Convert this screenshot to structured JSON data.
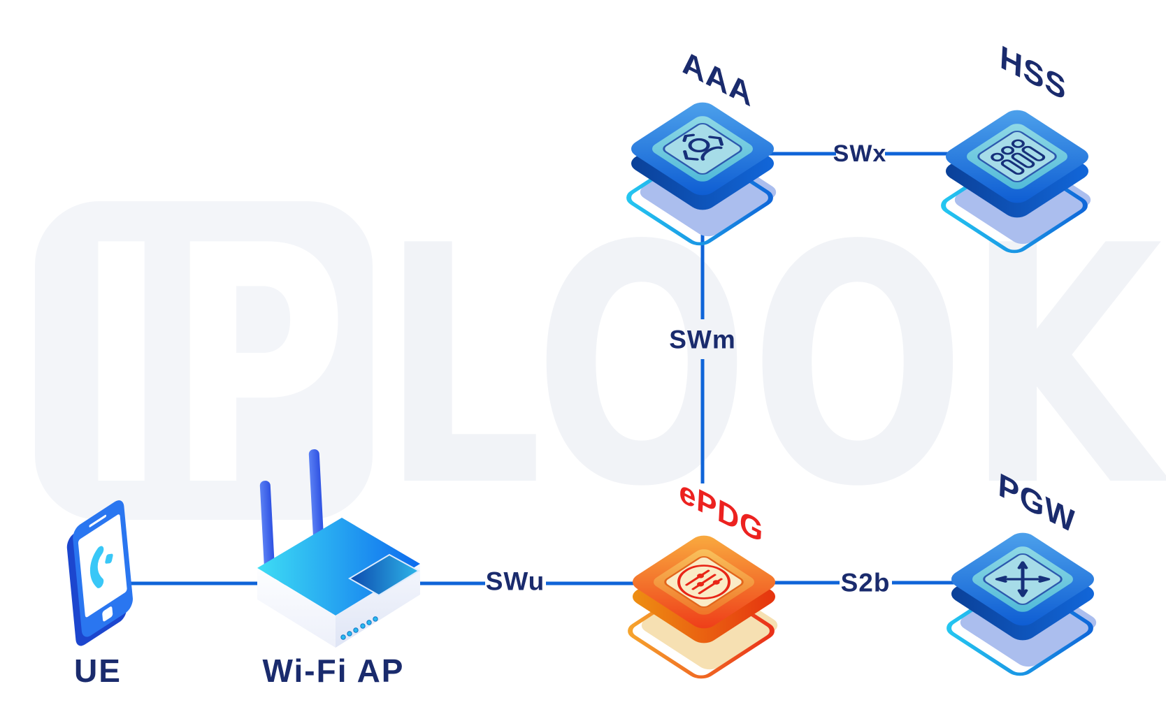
{
  "watermark": {
    "ip": "IP",
    "look": "LOOK"
  },
  "nodes": {
    "ue": {
      "label": "UE"
    },
    "wifi_ap": {
      "label": "Wi-Fi AP"
    },
    "aaa": {
      "label": "AAA"
    },
    "hss": {
      "label": "HSS"
    },
    "epdg": {
      "label": "ePDG"
    },
    "pgw": {
      "label": "PGW"
    }
  },
  "links": {
    "swu": {
      "label": "SWu",
      "from": "Wi-Fi AP",
      "to": "ePDG"
    },
    "swm": {
      "label": "SWm",
      "from": "AAA",
      "to": "ePDG"
    },
    "swx": {
      "label": "SWx",
      "from": "AAA",
      "to": "HSS"
    },
    "s2b": {
      "label": "S2b",
      "from": "ePDG",
      "to": "PGW"
    }
  },
  "colors": {
    "link": "#0F64D8",
    "label_navy": "#1A2B6D",
    "label_red": "#EC2220",
    "watermark": "#F3F5F9"
  }
}
